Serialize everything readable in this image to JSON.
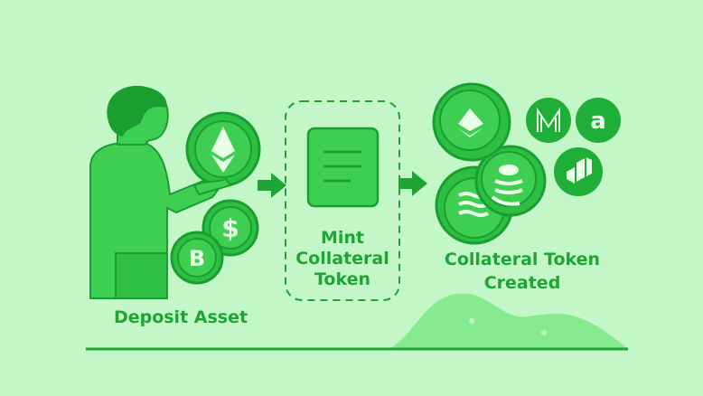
{
  "steps": {
    "deposit": {
      "label": "Deposit Asset"
    },
    "mint": {
      "line1": "Mint",
      "line2": "Collateral",
      "line3": "Token"
    },
    "created": {
      "line1": "Collateral Token",
      "line2": "Created"
    }
  },
  "coins": {
    "deposit": [
      {
        "icon": "ethereum-icon"
      },
      {
        "symbol": "$"
      },
      {
        "symbol": "B"
      }
    ],
    "created": [
      {
        "icon": "ethereum-icon"
      },
      {
        "icon": "waves-icon"
      },
      {
        "icon": "stack-icon"
      },
      {
        "icon": "maker-icon"
      },
      {
        "symbol": "a"
      },
      {
        "icon": "compound-icon"
      }
    ]
  },
  "colors": {
    "background": "#c4f7c8",
    "primary": "#22b33a",
    "fill": "#3ecf52",
    "text": "#1ea535"
  }
}
